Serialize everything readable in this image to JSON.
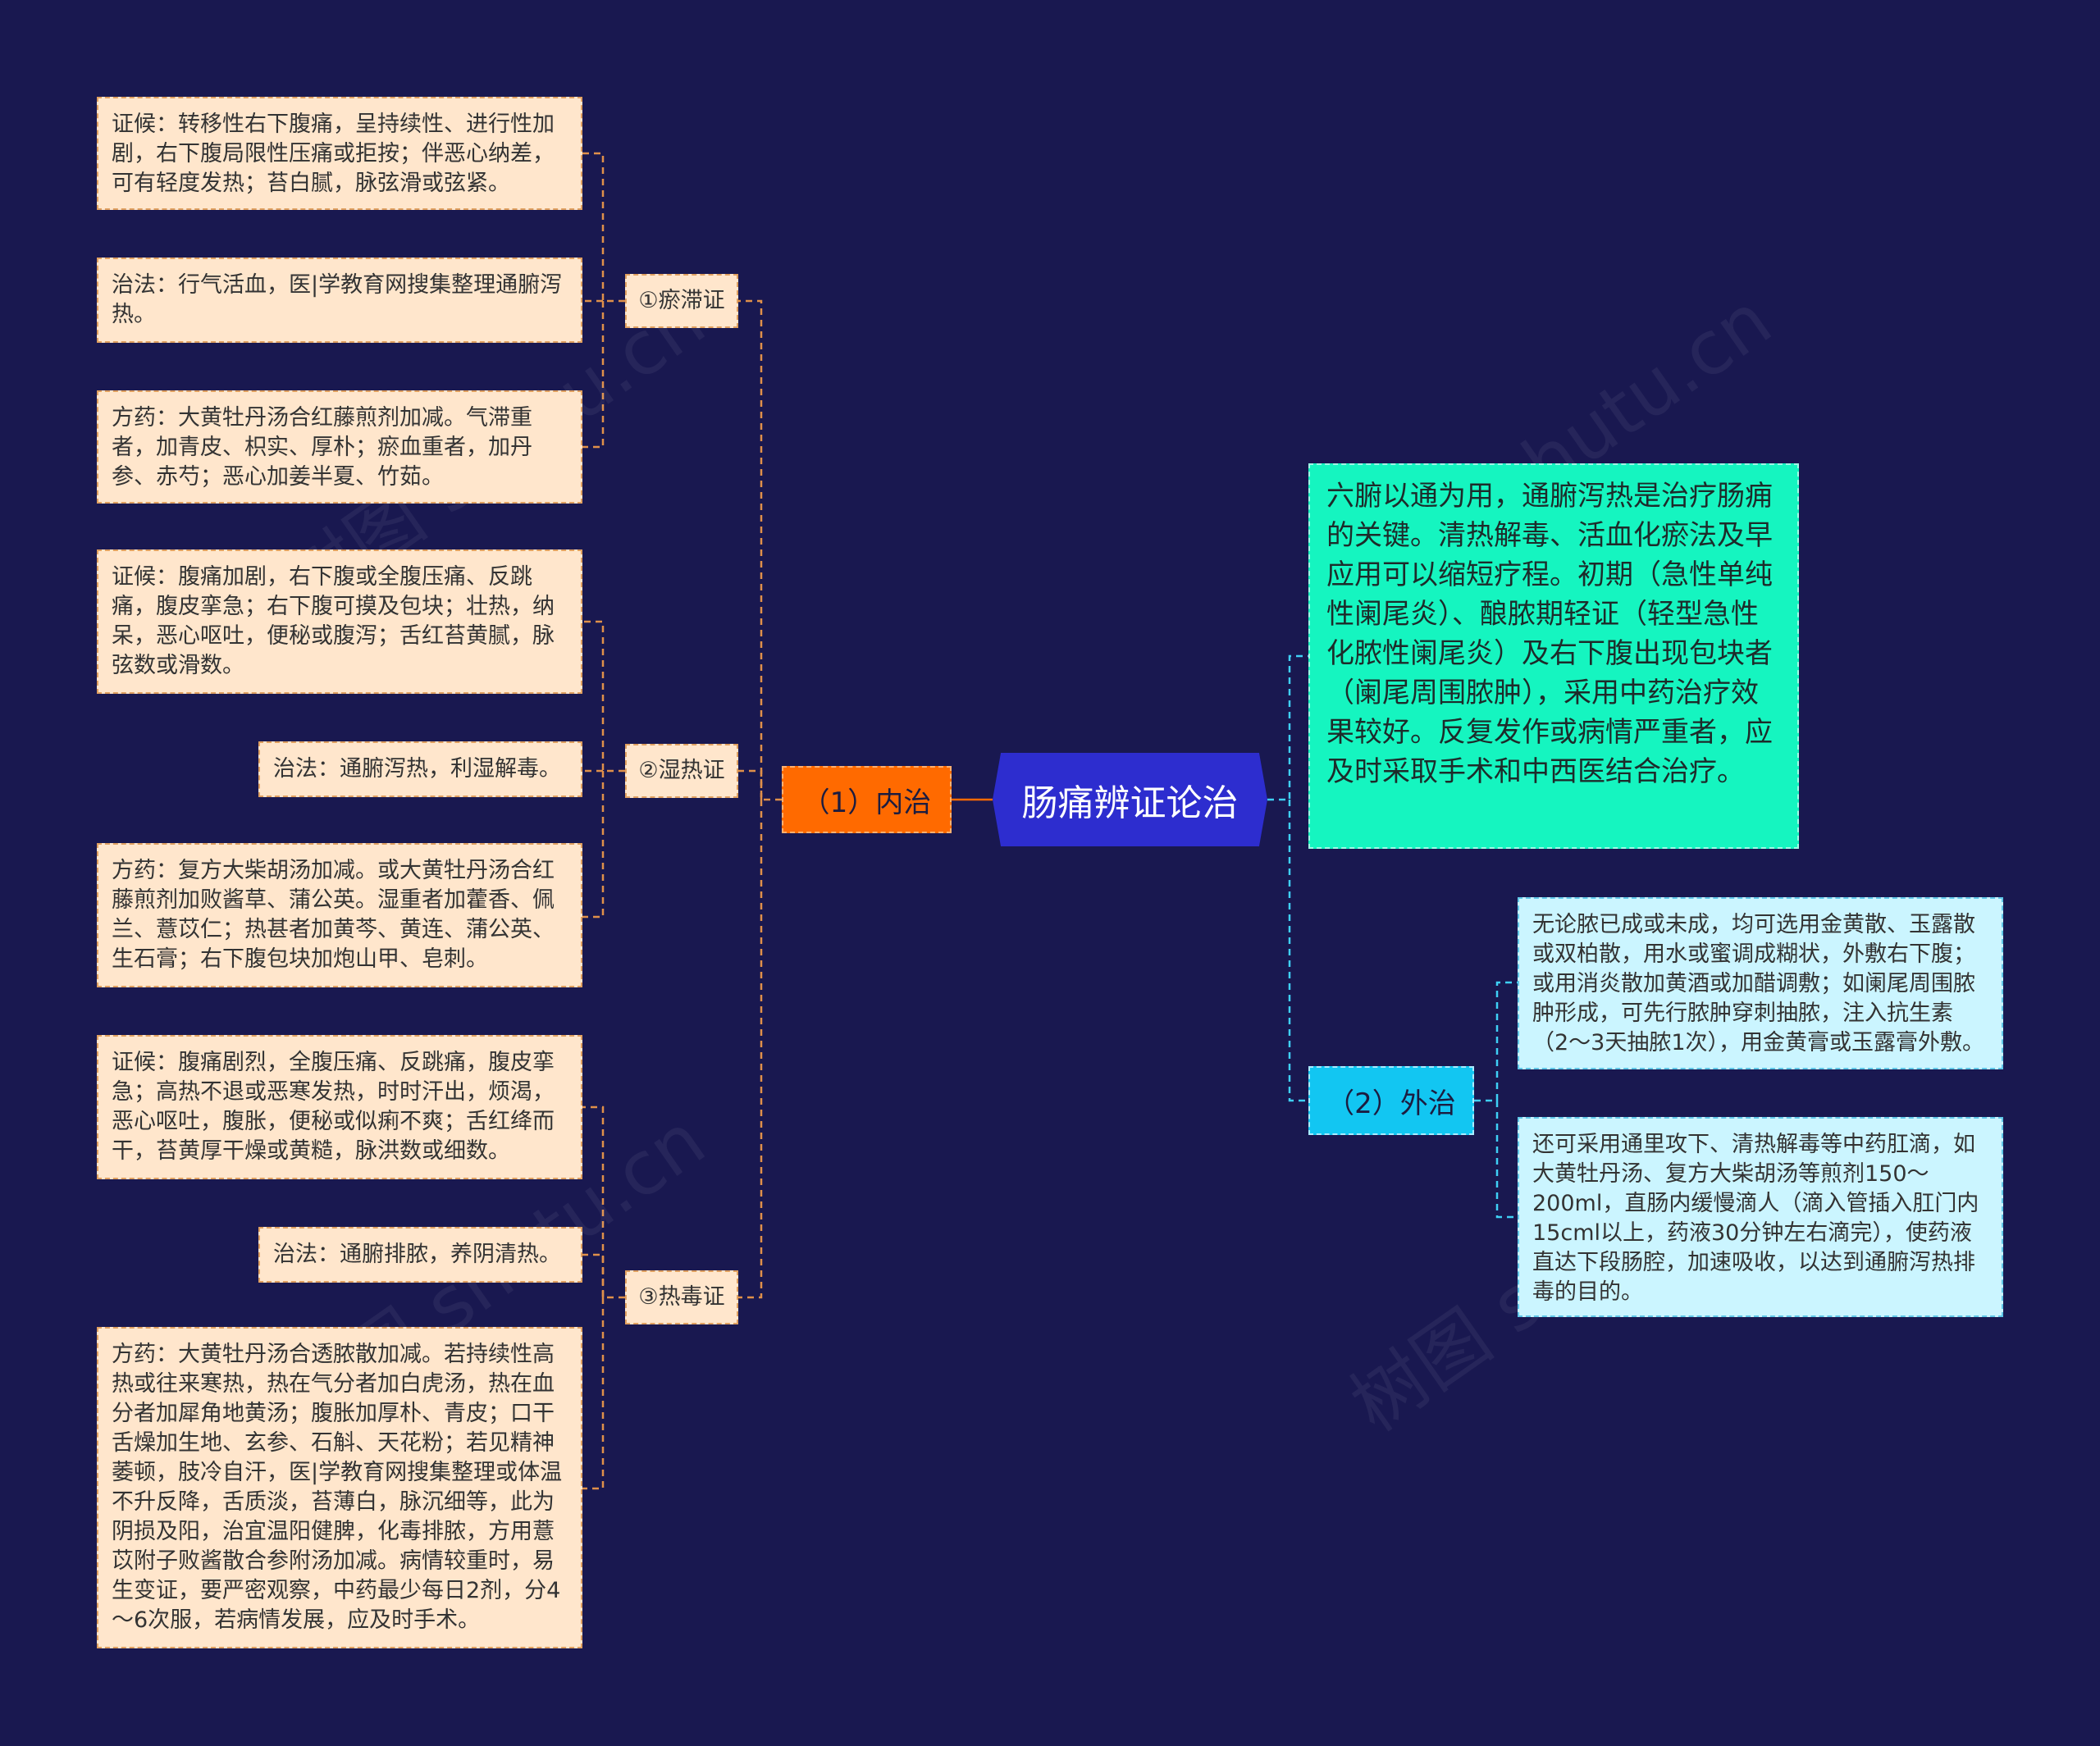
{
  "root": {
    "label": "肠痛辨证论治"
  },
  "branches": {
    "internal": {
      "label": "（1）内治",
      "groups": [
        {
          "label": "①瘀滞证",
          "items": [
            "证候：转移性右下腹痛，呈持续性、进行性加剧，右下腹局限性压痛或拒按；伴恶心纳差，可有轻度发热；苔白腻，脉弦滑或弦紧。",
            "治法：行气活血，医|学教育网搜集整理通腑泻热。",
            "方药：大黄牡丹汤合红藤煎剂加减。气滞重者，加青皮、枳实、厚朴；瘀血重者，加丹参、赤芍；恶心加姜半夏、竹茹。"
          ]
        },
        {
          "label": "②湿热证",
          "items": [
            "证候：腹痛加剧，右下腹或全腹压痛、反跳痛，腹皮挛急；右下腹可摸及包块；壮热，纳呆，恶心呕吐，便秘或腹泻；舌红苔黄腻，脉弦数或滑数。",
            "治法：通腑泻热，利湿解毒。",
            "方药：复方大柴胡汤加减。或大黄牡丹汤合红藤煎剂加败酱草、蒲公英。湿重者加藿香、佩兰、薏苡仁；热甚者加黄芩、黄连、蒲公英、生石膏；右下腹包块加炮山甲、皂刺。"
          ]
        },
        {
          "label": "③热毒证",
          "items": [
            "证候：腹痛剧烈，全腹压痛、反跳痛，腹皮挛急；高热不退或恶寒发热，时时汗出，烦渴，恶心呕吐，腹胀，便秘或似痢不爽；舌红绛而干，苔黄厚干燥或黄糙，脉洪数或细数。",
            "治法：通腑排脓，养阴清热。",
            "方药：大黄牡丹汤合透脓散加减。若持续性高热或往来寒热，热在气分者加白虎汤，热在血分者加犀角地黄汤；腹胀加厚朴、青皮；口干舌燥加生地、玄参、石斛、天花粉；若见精神萎顿，肢冷自汗，医|学教育网搜集整理或体温不升反降，舌质淡，苔薄白，脉沉细等，此为阴损及阳，治宜温阳健脾，化毒排脓，方用薏苡附子败酱散合参附汤加减。病情较重时，易生变证，要严密观察，中药最少每日2剂，分4～6次服，若病情发展，应及时手术。"
          ]
        }
      ]
    },
    "summary": "六腑以通为用，通腑泻热是治疗肠痈的关键。清热解毒、活血化瘀法及早应用可以缩短疗程。初期（急性单纯性阑尾炎）、酿脓期轻证（轻型急性化脓性阑尾炎）及右下腹出现包块者（阑尾周围脓肿），采用中药治疗效果较好。反复发作或病情严重者，应及时采取手术和中西医结合治疗。",
    "external": {
      "label": "（2）外治",
      "items": [
        "无论脓已成或未成，均可选用金黄散、玉露散或双柏散，用水或蜜调成糊状，外敷右下腹；或用消炎散加黄酒或加醋调敷；如阑尾周围脓肿形成，可先行脓肿穿刺抽脓，注入抗生素（2～3天抽脓1次），用金黄膏或玉露膏外敷。",
        "还可采用通里攻下、清热解毒等中药肛滴，如大黄牡丹汤、复方大柴胡汤等煎剂150～200ml，直肠内缓慢滴人（滴入管插入肛门内15cml以上，药液30分钟左右滴完），使药液直达下段肠腔，加速吸收，以达到通腑泻热排毒的目的。"
      ]
    }
  },
  "watermark": "树图 shutu.cn",
  "colors": {
    "background": "#191850",
    "root": "#2d2dcf",
    "internal": "#ff6a00",
    "external": "#12c6f2",
    "summary": "#15f5c0",
    "leaf_left": "#ffe6cc",
    "leaf_right": "#cbf5ff"
  }
}
